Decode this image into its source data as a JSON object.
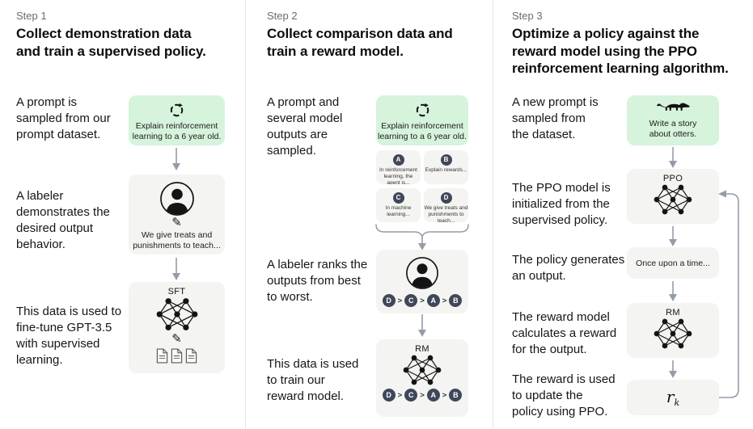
{
  "colors": {
    "green_box": "#d6f3dc",
    "gray_box": "#f4f4f2",
    "dark_circle": "#3f4759",
    "arrow": "#959ca9"
  },
  "step1": {
    "label": "Step 1",
    "title": "Collect demonstration data\nand train a supervised policy.",
    "caption_prompt": "A prompt is\nsampled from our\nprompt dataset.",
    "caption_labeler": "A labeler\ndemonstrates the\ndesired output\nbehavior.",
    "caption_finetune": "This data is used to\nfine-tune GPT-3.5\nwith supervised\nlearning.",
    "prompt_text": "Explain reinforcement\nlearning to a 6 year old.",
    "labeler_text": "We give treats and\npunishments to teach...",
    "model_label": "SFT"
  },
  "step2": {
    "label": "Step 2",
    "title": "Collect comparison data and\ntrain a reward model.",
    "caption_prompt": "A prompt and\nseveral model\noutputs are\nsampled.",
    "caption_rank": "A labeler ranks the\noutputs from best\nto worst.",
    "caption_train": "This data is used\nto train our\nreward model.",
    "prompt_text": "Explain reinforcement\nlearning to a 6 year old.",
    "outputs": [
      {
        "id": "A",
        "text": "In reinforcement\nlearning, the\nagent is..."
      },
      {
        "id": "B",
        "text": "Explain rewards..."
      },
      {
        "id": "C",
        "text": "In machine\nlearning..."
      },
      {
        "id": "D",
        "text": "We give treats and\npunishments to\nteach..."
      }
    ],
    "ranking": [
      "D",
      "C",
      "A",
      "B"
    ],
    "ranking_separator": ">",
    "model_label": "RM"
  },
  "step3": {
    "label": "Step 3",
    "title": "Optimize a policy against the\nreward model using the PPO\nreinforcement learning algorithm.",
    "caption_prompt": "A new prompt is\nsampled from\nthe dataset.",
    "caption_init": "The PPO model is\ninitialized from the\nsupervised policy.",
    "caption_output": "The policy generates\nan output.",
    "caption_reward": "The reward model\ncalculates a reward\nfor the output.",
    "caption_update": "The reward is used\nto update the\npolicy using PPO.",
    "prompt_text": "Write a story\nabout otters.",
    "ppo_label": "PPO",
    "output_text": "Once upon a time...",
    "rm_label": "RM",
    "reward_label": "r",
    "reward_subscript": "k"
  }
}
